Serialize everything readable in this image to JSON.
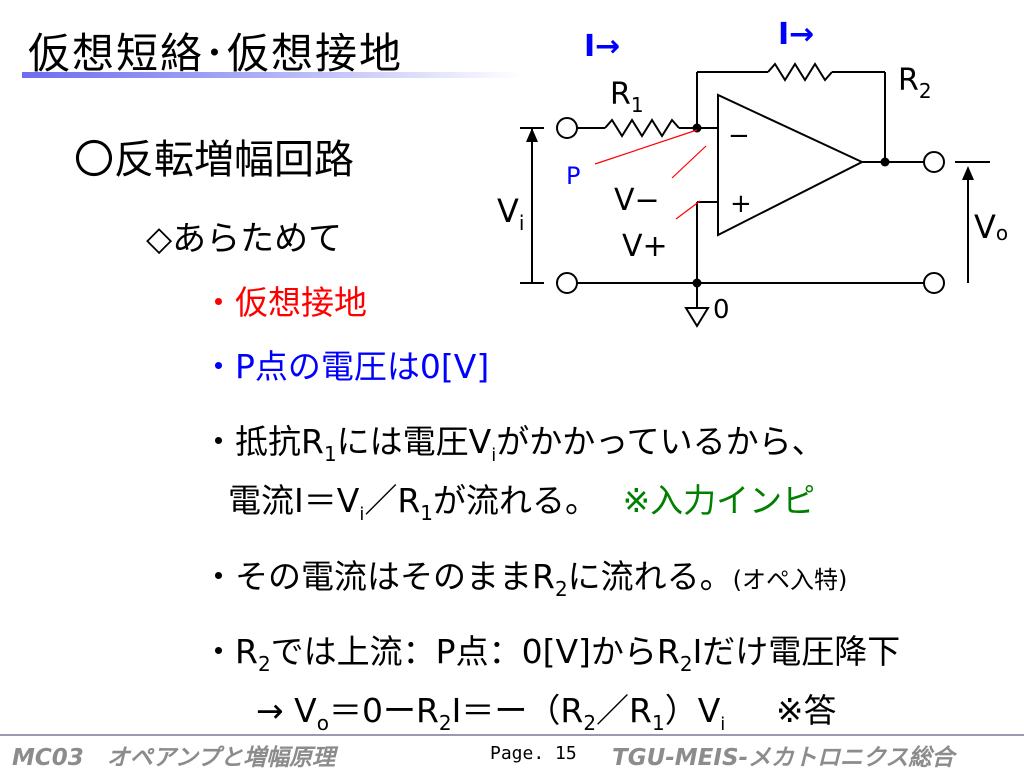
{
  "slide": {
    "title": "仮想短絡･仮想接地",
    "heading": "〇反転増幅回路",
    "subheading": "◇あらためて",
    "bullets": {
      "b1": "・仮想接地",
      "b2": "・P点の電圧は0[V]",
      "b3_pre": "・抵抗R",
      "b3_sub1": "1",
      "b3_mid": "には電圧V",
      "b3_sub2": "i",
      "b3_post": "がかかっているから、",
      "b4_pre": "電流I＝V",
      "b4_sub1": "i",
      "b4_mid": "／R",
      "b4_sub2": "1",
      "b4_post": "が流れる。",
      "b4_note": "※入力インピ",
      "b5_pre": "・その電流はそのままR",
      "b5_sub": "2",
      "b5_post": "に流れる。",
      "b5_note": "(オペ入特)",
      "b6_pre": "・R",
      "b6_sub1": "2",
      "b6_mid": "では上流：P点：0[V]からR",
      "b6_sub2": "2",
      "b6_post": "Iだけ電圧降下",
      "b7_pre": "→ V",
      "b7_sub1": "o",
      "b7_mid1": "＝0ーR",
      "b7_sub2": "2",
      "b7_mid2": "I＝ー（R",
      "b7_sub3": "2",
      "b7_mid3": "／R",
      "b7_sub4": "1",
      "b7_mid4": "）V",
      "b7_sub5": "i",
      "b7_note": "※答"
    }
  },
  "circuit": {
    "current_in": "I→",
    "current_fb": "I→",
    "r1": "R",
    "r1_sub": "1",
    "r2": "R",
    "r2_sub": "2",
    "vi": "V",
    "vi_sub": "i",
    "vo": "V",
    "vo_sub": "o",
    "p_label": "P",
    "v_minus": "V−",
    "v_plus": "V+",
    "ground": "0",
    "opamp_minus": "−",
    "opamp_plus": "+"
  },
  "footer": {
    "left": "MC03　オペアンプと増幅原理",
    "page": "Page. 15",
    "right": "TGU-MEIS-メカトロニクス総合"
  },
  "colors": {
    "red": "#ff0000",
    "blue": "#0000ff",
    "green": "#008000",
    "title_underline": "#6d6df0"
  }
}
